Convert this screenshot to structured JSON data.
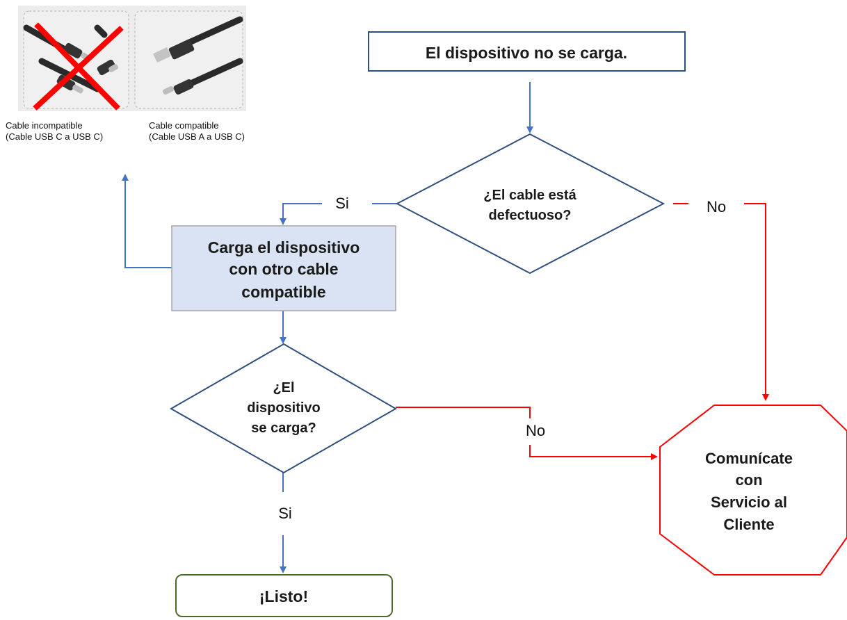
{
  "colors": {
    "blue": "#4472c4",
    "dark_blue": "#2f4f7f",
    "red": "#ff0000",
    "green": "#4a6b2a",
    "box_fill": "#dae3f3",
    "box_stroke": "#a6a6a6"
  },
  "cables": {
    "incompatible": {
      "caption_line1": "Cable incompatible",
      "caption_line2": "(Cable USB C a USB C)",
      "icon": "usb-c-to-usb-c-cable-crossed-out"
    },
    "compatible": {
      "caption_line1": "Cable compatible",
      "caption_line2": "(Cable USB A a USB C)",
      "icon": "usb-a-to-usb-c-cable"
    }
  },
  "nodes": {
    "start": {
      "line1": "El dispositivo no se carga."
    },
    "decision1": {
      "line1": "¿El cable está",
      "line2": "defectuoso?"
    },
    "action": {
      "line1": "Carga el dispositivo",
      "line2": "con otro cable",
      "line3": "compatible"
    },
    "decision2": {
      "line1": "¿El",
      "line2": "dispositivo",
      "line3": "se carga?"
    },
    "done": {
      "line1": "¡Listo!"
    },
    "contact": {
      "line1": "Comunícate",
      "line2": "con",
      "line3": "Servicio al",
      "line4": "Cliente"
    }
  },
  "edges": {
    "d1_yes": "Si",
    "d1_no": "No",
    "d2_no": "No",
    "d2_yes": "Si"
  }
}
